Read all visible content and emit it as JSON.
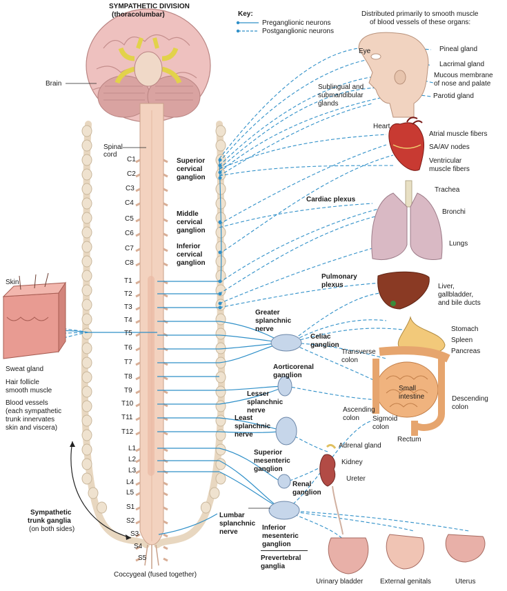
{
  "title": "SYMPATHETIC DIVISION",
  "subtitle": "(thoracolumbar)",
  "key": {
    "heading": "Key:",
    "preganglionic": "Preganglionic neurons",
    "postganglionic": "Postganglionic neurons"
  },
  "distributed_note": [
    "Distributed primarily to smooth muscle",
    "of blood vessels of these organs:"
  ],
  "labels": {
    "brain": "Brain",
    "spinal_cord": [
      "Spinal",
      "cord"
    ],
    "superior_cervical": [
      "Superior",
      "cervical",
      "ganglion"
    ],
    "middle_cervical": [
      "Middle",
      "cervical",
      "ganglion"
    ],
    "inferior_cervical": [
      "Inferior",
      "cervical",
      "ganglion"
    ],
    "cardiac_plexus": "Cardiac plexus",
    "pulmonary_plexus": [
      "Pulmonary",
      "plexus"
    ],
    "greater_splanchnic": [
      "Greater",
      "splanchnic",
      "nerve"
    ],
    "celiac_ganglion": [
      "Celiac",
      "ganglion"
    ],
    "aorticorenal_ganglion": [
      "Aorticorenal",
      "ganglion"
    ],
    "lesser_splanchnic": [
      "Lesser",
      "splanchnic",
      "nerve"
    ],
    "least_splanchnic": [
      "Least",
      "splanchnic",
      "nerve"
    ],
    "superior_mesenteric": [
      "Superior",
      "mesenteric",
      "ganglion"
    ],
    "renal_ganglion": [
      "Renal",
      "ganglion"
    ],
    "lumbar_splanchnic": [
      "Lumbar",
      "splanchnic",
      "nerve"
    ],
    "inferior_mesenteric": [
      "Inferior",
      "mesenteric",
      "ganglion"
    ],
    "prevertebral_ganglia": [
      "Prevertebral",
      "ganglia"
    ],
    "skin": "Skin",
    "sweat_gland": "Sweat gland",
    "hair_follicle": [
      "Hair follicle",
      "smooth muscle"
    ],
    "blood_vessels": [
      "Blood vessels",
      "(each sympathetic",
      "trunk innervates",
      "skin and viscera)"
    ],
    "sympathetic_trunk": [
      "Sympathetic",
      "trunk ganglia"
    ],
    "on_both_sides": "(on both sides)",
    "coccygeal": "Coccygeal (fused together)"
  },
  "spinal_segments": [
    "C1",
    "C2",
    "C3",
    "C4",
    "C5",
    "C6",
    "C7",
    "C8",
    "T1",
    "T2",
    "T3",
    "T4",
    "T5",
    "T6",
    "T7",
    "T8",
    "T9",
    "T10",
    "T11",
    "T12",
    "L1",
    "L2",
    "L3",
    "L4",
    "L5",
    "S1",
    "S2",
    "S3",
    "S4",
    "S5"
  ],
  "organs": {
    "eye": "Eye",
    "pineal_gland": "Pineal gland",
    "lacrimal_gland": "Lacrimal gland",
    "mucous_membrane": [
      "Mucous membrane",
      "of nose and palate"
    ],
    "sublingual": [
      "Sublingual and",
      "submandibular",
      "glands"
    ],
    "parotid_gland": "Parotid gland",
    "heart": "Heart",
    "atrial": "Atrial muscle fibers",
    "sa_av": "SA/AV nodes",
    "ventricular": [
      "Ventricular",
      "muscle fibers"
    ],
    "trachea": "Trachea",
    "bronchi": "Bronchi",
    "lungs": "Lungs",
    "liver": [
      "Liver,",
      "gallbladder,",
      "and bile ducts"
    ],
    "stomach": "Stomach",
    "spleen": "Spleen",
    "pancreas": "Pancreas",
    "transverse_colon": [
      "Transverse",
      "colon"
    ],
    "small_intestine": [
      "Small",
      "intestine"
    ],
    "descending_colon": [
      "Descending",
      "colon"
    ],
    "ascending_colon": [
      "Ascending",
      "colon"
    ],
    "sigmoid_colon": [
      "Sigmoid",
      "colon"
    ],
    "rectum": "Rectum",
    "adrenal_gland": "Adrenal gland",
    "kidney": "Kidney",
    "ureter": "Ureter",
    "urinary_bladder": "Urinary bladder",
    "external_genitals": "External genitals",
    "uterus": "Uterus"
  },
  "colors": {
    "nerve": "#2e8fc8",
    "cord": "#f3d6c4",
    "trunk": "#efe2cf",
    "ganglion": "#c6d6ea",
    "brain": "#e9b7b5",
    "cranial_nerves": "#e6d94a"
  }
}
